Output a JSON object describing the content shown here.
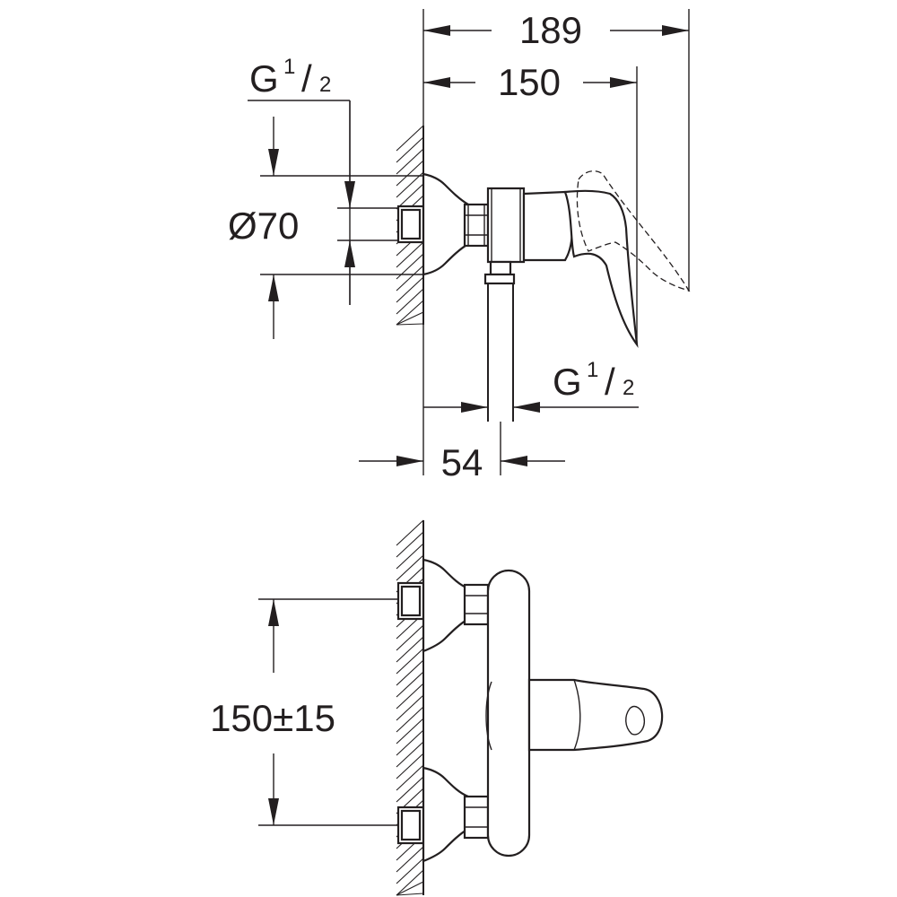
{
  "dimensions": {
    "overall_depth": "189",
    "depth_to_handle": "150",
    "wall_connection_thread": "G",
    "wall_connection_fraction_num": "1",
    "wall_connection_fraction_den": "2",
    "outlet_thread": "G",
    "outlet_fraction_num": "1",
    "outlet_fraction_den": "2",
    "escutcheon_diameter": "Ø70",
    "outlet_offset": "54",
    "centre_distance": "150±15"
  }
}
